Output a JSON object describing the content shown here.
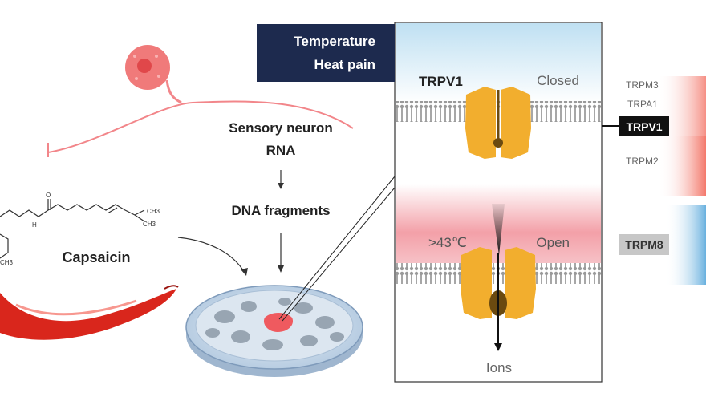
{
  "title_box": {
    "line1": "Temperature",
    "line2": "Heat pain"
  },
  "left_panel": {
    "flow_steps": [
      "Sensory neuron",
      "RNA",
      "DNA fragments"
    ],
    "compound_label": "Capsaicin",
    "chem_labels": {
      "ch3_a": "CH3",
      "ch3_b": "CH3",
      "ch3_c": "CH3",
      "nh": "H",
      "o": "O"
    }
  },
  "channel_panel": {
    "protein_label": "TRPV1",
    "closed_label": "Closed",
    "temp_label": ">43℃",
    "open_label": "Open",
    "ions_label": "Ions"
  },
  "right_labels": {
    "trpm3": "TRPM3",
    "trpa1": "TRPA1",
    "trpv1": "TRPV1",
    "trpm2": "TRPM2",
    "trpm8": "TRPM8"
  },
  "colors": {
    "navy": "#1d2a4e",
    "channel_orange": "#f2ae2e",
    "channel_dark": "#6b4a10",
    "pepper_red": "#d9261c",
    "neuron_pink": "#f07a7a",
    "heat_band": "#f26a5c",
    "cold_band": "#4fa3d9"
  }
}
